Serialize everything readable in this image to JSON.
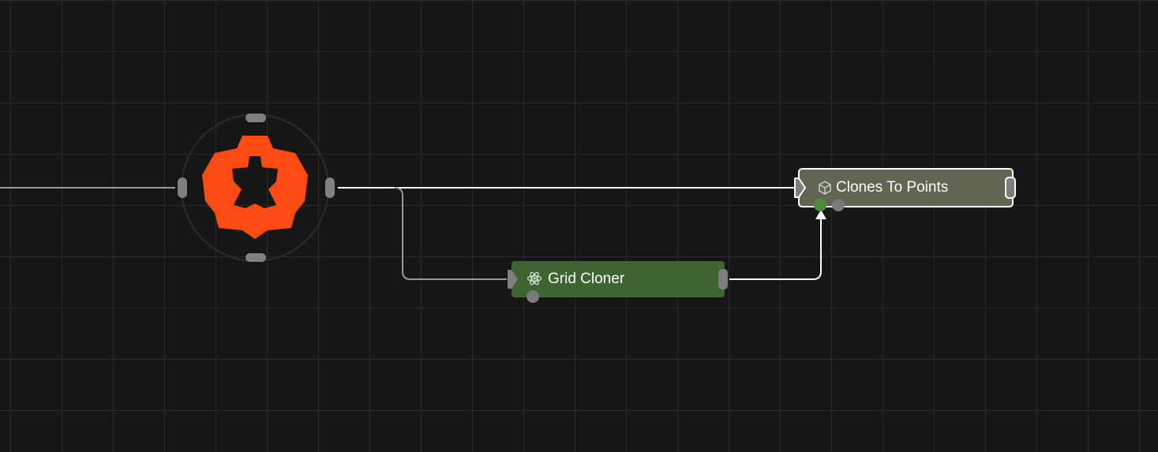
{
  "graph": {
    "nodes": {
      "clones_to_points": {
        "title": "Clones To Points",
        "icon": "cube-icon",
        "color": "#5f6652",
        "selected": true
      },
      "grid_cloner": {
        "title": "Grid Cloner",
        "icon": "atom-icon",
        "color": "#3d6431"
      },
      "emitter": {
        "icon": "gear-logo",
        "color": "#ff4a12"
      }
    }
  }
}
